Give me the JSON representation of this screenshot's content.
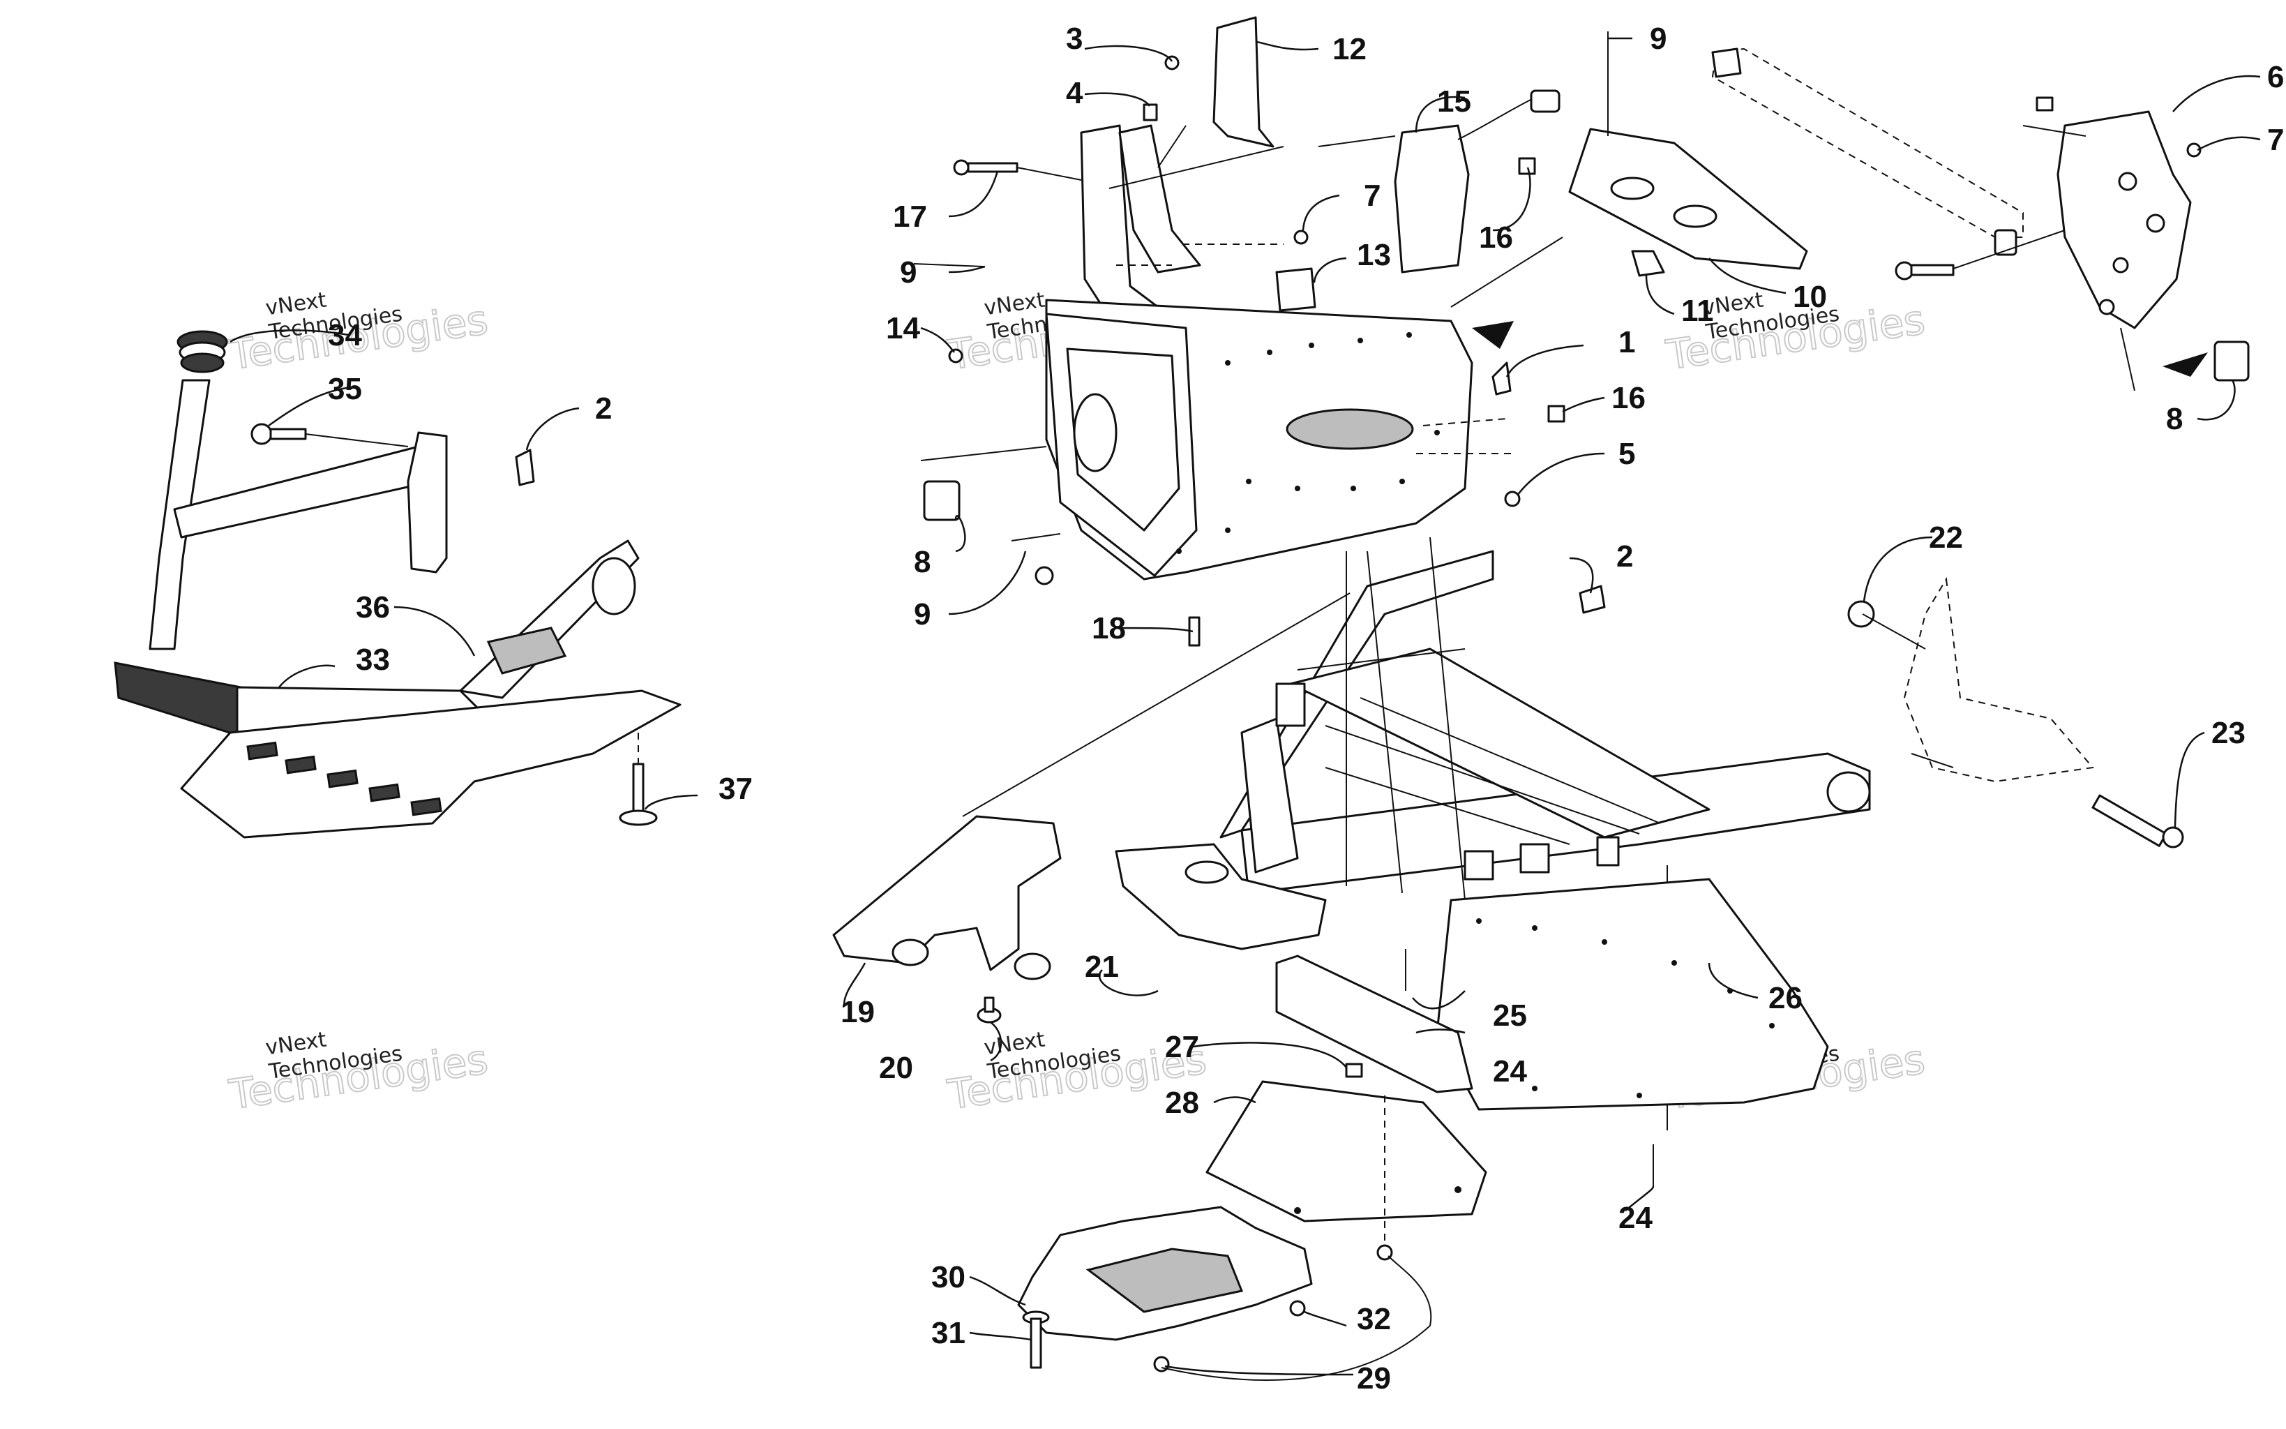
{
  "callouts": [
    {
      "id": "c-1",
      "label": "1"
    },
    {
      "id": "c-2a",
      "label": "2"
    },
    {
      "id": "c-2b",
      "label": "2"
    },
    {
      "id": "c-3",
      "label": "3"
    },
    {
      "id": "c-4",
      "label": "4"
    },
    {
      "id": "c-5",
      "label": "5"
    },
    {
      "id": "c-6",
      "label": "6"
    },
    {
      "id": "c-7a",
      "label": "7"
    },
    {
      "id": "c-7b",
      "label": "7"
    },
    {
      "id": "c-8a",
      "label": "8"
    },
    {
      "id": "c-8b",
      "label": "8"
    },
    {
      "id": "c-9a",
      "label": "9"
    },
    {
      "id": "c-9b",
      "label": "9"
    },
    {
      "id": "c-9c",
      "label": "9"
    },
    {
      "id": "c-10",
      "label": "10"
    },
    {
      "id": "c-11",
      "label": "11"
    },
    {
      "id": "c-12",
      "label": "12"
    },
    {
      "id": "c-13",
      "label": "13"
    },
    {
      "id": "c-14",
      "label": "14"
    },
    {
      "id": "c-15",
      "label": "15"
    },
    {
      "id": "c-16a",
      "label": "16"
    },
    {
      "id": "c-16b",
      "label": "16"
    },
    {
      "id": "c-17",
      "label": "17"
    },
    {
      "id": "c-18",
      "label": "18"
    },
    {
      "id": "c-19",
      "label": "19"
    },
    {
      "id": "c-20",
      "label": "20"
    },
    {
      "id": "c-21",
      "label": "21"
    },
    {
      "id": "c-22",
      "label": "22"
    },
    {
      "id": "c-23",
      "label": "23"
    },
    {
      "id": "c-24a",
      "label": "24"
    },
    {
      "id": "c-24b",
      "label": "24"
    },
    {
      "id": "c-25",
      "label": "25"
    },
    {
      "id": "c-26",
      "label": "26"
    },
    {
      "id": "c-27",
      "label": "27"
    },
    {
      "id": "c-28",
      "label": "28"
    },
    {
      "id": "c-29",
      "label": "29"
    },
    {
      "id": "c-30",
      "label": "30"
    },
    {
      "id": "c-31",
      "label": "31"
    },
    {
      "id": "c-32",
      "label": "32"
    },
    {
      "id": "c-33",
      "label": "33"
    },
    {
      "id": "c-34",
      "label": "34"
    },
    {
      "id": "c-35",
      "label": "35"
    },
    {
      "id": "c-36",
      "label": "36"
    },
    {
      "id": "c-37",
      "label": "37"
    }
  ],
  "watermark": {
    "line1": "vNext",
    "line2": "Technologies",
    "big": "Technologies"
  }
}
